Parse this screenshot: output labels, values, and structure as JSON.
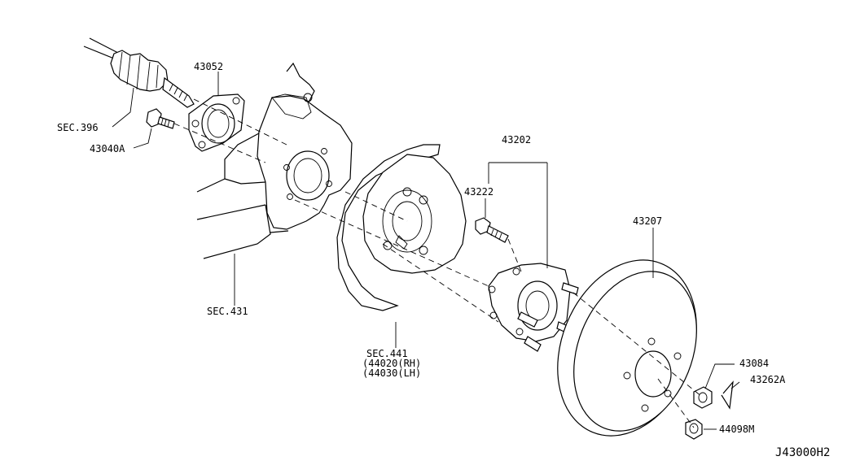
{
  "labels": {
    "p43052": "43052",
    "sec396": "SEC.396",
    "p43040a": "43040A",
    "p43202": "43202",
    "p43222": "43222",
    "p43207": "43207",
    "sec431": "SEC.431",
    "sec441": "SEC.441",
    "rh": "(44020(RH)",
    "lh": "(44030(LH)",
    "p43084": "43084",
    "p43262a": "43262A",
    "p44098m": "44098M",
    "diagram_id": "J43000H2"
  }
}
